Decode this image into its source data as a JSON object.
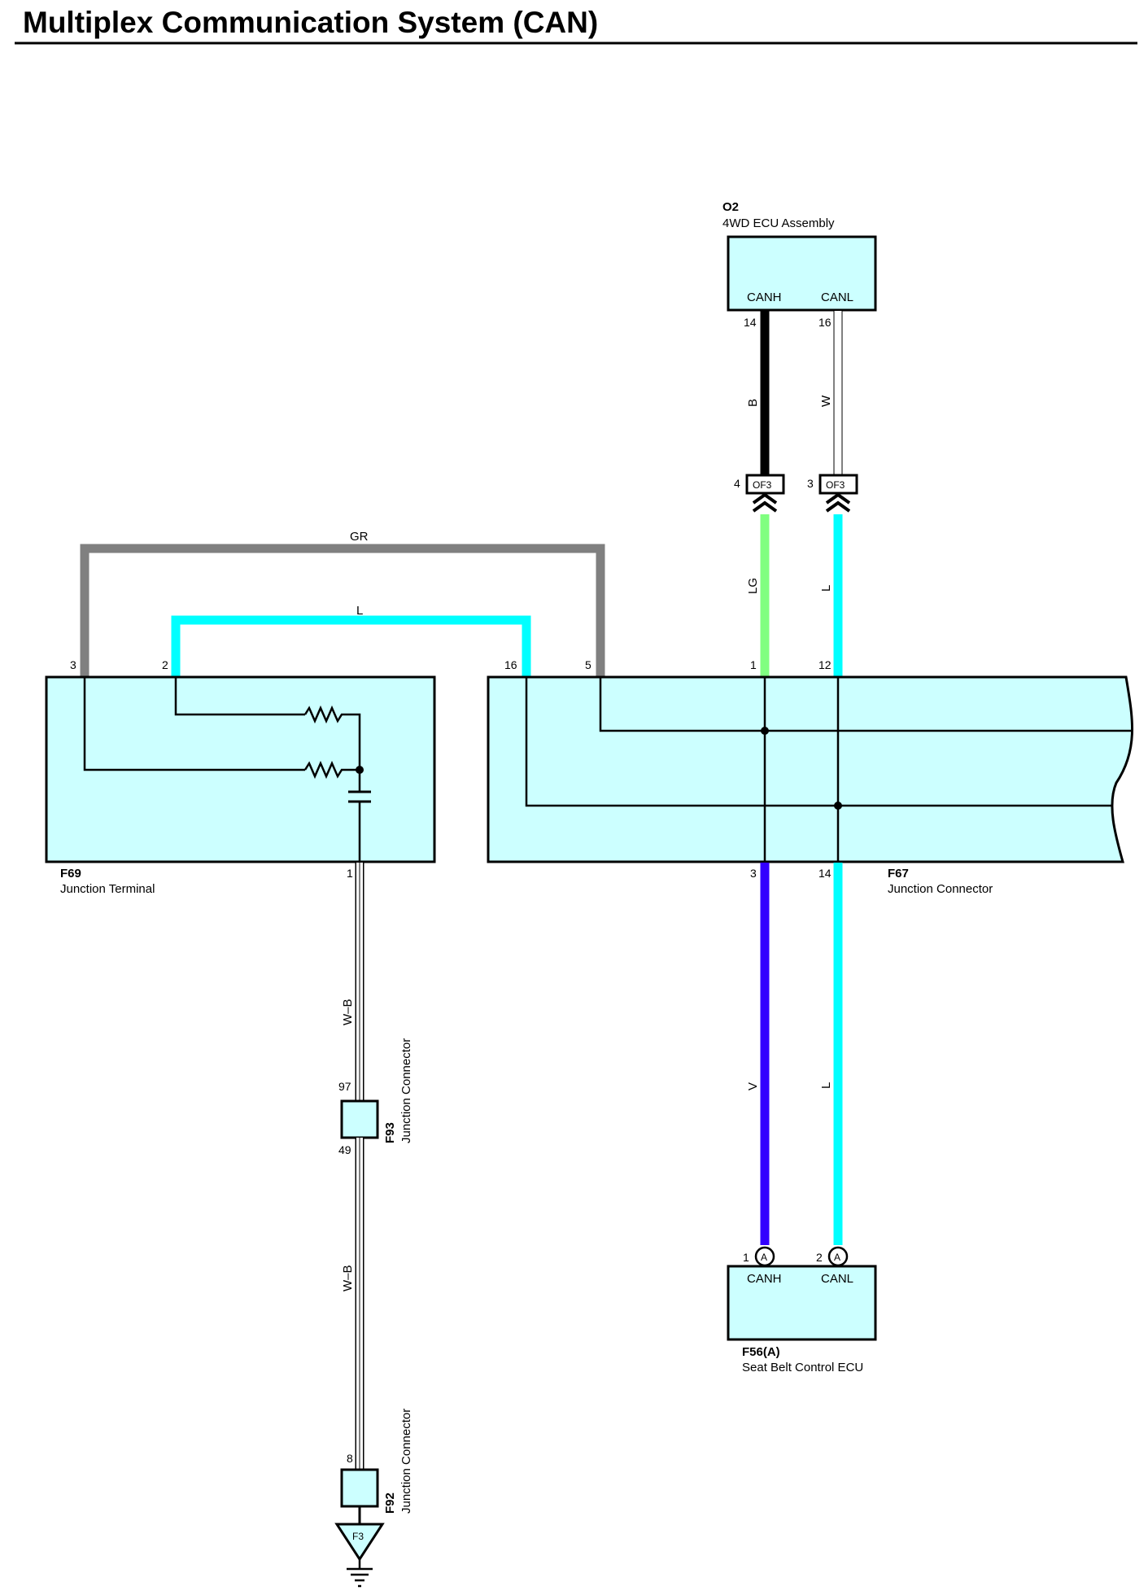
{
  "title": "Multiplex Communication System (CAN)",
  "colors": {
    "box_fill": "#ccffff",
    "wire_GR": "#808080",
    "wire_L": "#00ffff",
    "wire_LG": "#80ff80",
    "wire_V": "#3300ff",
    "wire_B": "#000000",
    "wire_W": "#ffffff",
    "wire_WB": "#ffffff"
  },
  "components": {
    "o2": {
      "code": "O2",
      "name": "4WD ECU Assembly",
      "pin_canh_label": "CANH",
      "pin_canl_label": "CANL",
      "pin_canh_num": "14",
      "pin_canl_num": "16"
    },
    "f69": {
      "code": "F69",
      "name": "Junction Terminal",
      "pin3": "3",
      "pin2": "2",
      "pin1": "1"
    },
    "f67": {
      "code": "F67",
      "name": "Junction Connector",
      "pin16": "16",
      "pin5": "5",
      "pin1": "1",
      "pin12": "12",
      "pin3": "3",
      "pin14": "14"
    },
    "f56": {
      "code": "F56(A)",
      "name": "Seat Belt Control ECU",
      "pin_canh_label": "CANH",
      "pin_canl_label": "CANL",
      "pin1": "1",
      "pin2": "2",
      "connector_letter_1": "A",
      "connector_letter_2": "A"
    },
    "f93": {
      "code": "F93",
      "name": "Junction Connector",
      "pin_top": "97",
      "pin_bottom": "49"
    },
    "f92": {
      "code": "F92",
      "name": "Junction Connector",
      "pin_top": "8"
    },
    "ground": {
      "code": "F3"
    },
    "of3": {
      "code_left": "OF3",
      "code_right": "OF3",
      "pin_left": "4",
      "pin_right": "3"
    }
  },
  "wires": {
    "gr": "GR",
    "l_top": "L",
    "b": "B",
    "w": "W",
    "lg": "LG",
    "l_right_upper": "L",
    "v": "V",
    "l_right_lower": "L",
    "wb_upper": "W–B",
    "wb_lower": "W–B"
  }
}
